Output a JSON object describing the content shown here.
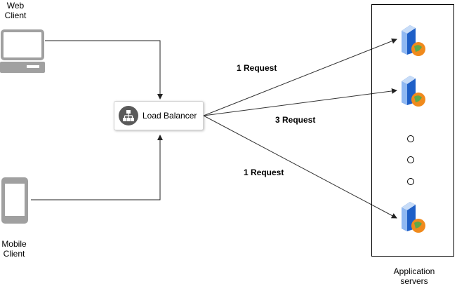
{
  "web_client": {
    "label": "Web\nClient"
  },
  "mobile_client": {
    "label": "Mobile\nClient"
  },
  "load_balancer": {
    "label": "Load Balancer"
  },
  "requests": {
    "top": "1 Request",
    "middle": "3 Request",
    "bottom": "1 Request"
  },
  "servers": {
    "label": "Application\nservers"
  },
  "colors": {
    "line": "#333333",
    "device": "#9e9e9e",
    "server_blue": "#2e6fd8",
    "globe": "#f08a1c"
  }
}
